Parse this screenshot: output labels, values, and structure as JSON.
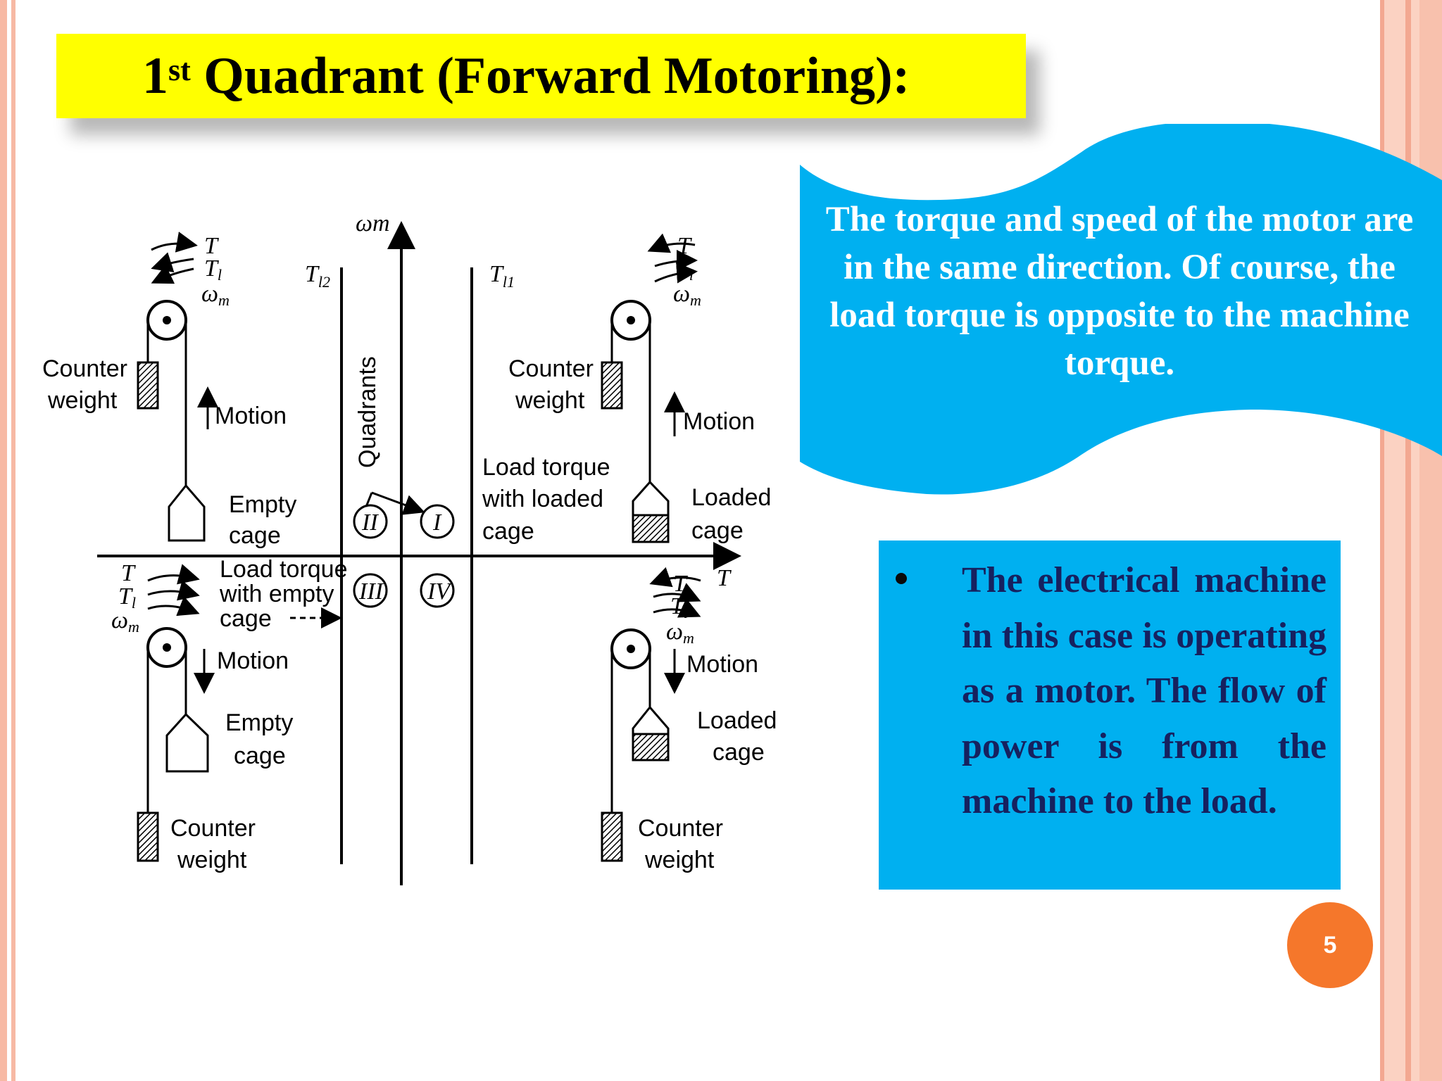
{
  "slide": {
    "title_main": "1",
    "title_sup": "st",
    "title_rest": " Quadrant (Forward Motoring):",
    "page_number": "5"
  },
  "callout": {
    "text": "The torque and speed of the motor are in the same direction. Of course, the load torque is opposite to the machine torque."
  },
  "info": {
    "bullet": "The electrical machine in this case is operating as a motor. The flow of power is from the machine to the load."
  },
  "diagram": {
    "axis_y": "ωm",
    "axis_x": "T",
    "tl2": "T",
    "tl2_sub": "l2",
    "tl1": "T",
    "tl1_sub": "l1",
    "quadrants_label": "Quadrants",
    "q1": "I",
    "q2": "II",
    "q3": "III",
    "q4": "IV",
    "sym_T": "T",
    "sym_Tl": "T",
    "sym_Tl_sub": "l",
    "sym_wm": "ω",
    "sym_wm_sub": "m",
    "counter": "Counter",
    "weight": "weight",
    "motion": "Motion",
    "empty": "Empty",
    "loaded": "Loaded",
    "cage": "cage",
    "load_torque": "Load torque",
    "with_loaded": "with loaded",
    "with_empty": "with empty",
    "colors": {
      "title_bg": "#ffff00",
      "callout_bg": "#00b0f0",
      "badge_bg": "#f5772b",
      "bullet_text": "#16215f"
    }
  }
}
